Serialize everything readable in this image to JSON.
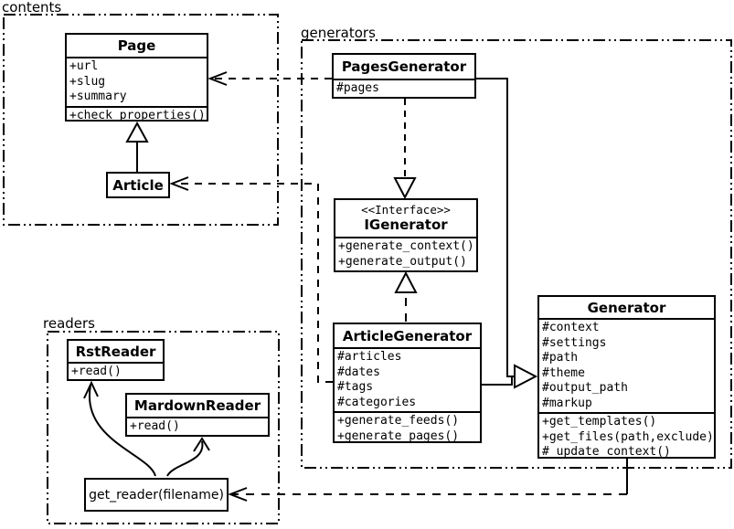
{
  "packages": {
    "contents": {
      "label": "contents"
    },
    "generators": {
      "label": "generators"
    },
    "readers": {
      "label": "readers"
    }
  },
  "classes": {
    "page": {
      "name": "Page",
      "attrs": [
        "+url",
        "+slug",
        "+summary"
      ],
      "methods": [
        "+check_properties()"
      ]
    },
    "article": {
      "name": "Article"
    },
    "pages_generator": {
      "name": "PagesGenerator",
      "attrs": [
        "#pages"
      ]
    },
    "igenerator": {
      "stereotype": "<<Interface>>",
      "name": "IGenerator",
      "methods": [
        "+generate_context()",
        "+generate_output()"
      ]
    },
    "article_generator": {
      "name": "ArticleGenerator",
      "attrs": [
        "#articles",
        "#dates",
        "#tags",
        "#categories"
      ],
      "methods": [
        "+generate_feeds()",
        "+generate_pages()"
      ]
    },
    "generator": {
      "name": "Generator",
      "attrs": [
        "#context",
        "#settings",
        "#path",
        "#theme",
        "#output_path",
        "#markup"
      ],
      "methods": [
        "+get_templates()",
        "+get_files(path,exclude)",
        "#_update_context()"
      ]
    },
    "rst_reader": {
      "name": "RstReader",
      "methods": [
        "+read()"
      ]
    },
    "mardown_reader": {
      "name": "MardownReader",
      "methods": [
        "+read()"
      ]
    },
    "get_reader": {
      "name": "get_reader(filename)"
    }
  },
  "relationships": [
    {
      "type": "generalization",
      "from": "Article",
      "to": "Page"
    },
    {
      "type": "realization",
      "from": "PagesGenerator",
      "to": "IGenerator"
    },
    {
      "type": "realization",
      "from": "ArticleGenerator",
      "to": "IGenerator"
    },
    {
      "type": "generalization",
      "from": "PagesGenerator",
      "to": "Generator"
    },
    {
      "type": "generalization",
      "from": "ArticleGenerator",
      "to": "Generator"
    },
    {
      "type": "dependency",
      "from": "PagesGenerator",
      "to": "Page"
    },
    {
      "type": "dependency",
      "from": "ArticleGenerator",
      "to": "Article"
    },
    {
      "type": "dependency",
      "from": "Generator",
      "to": "get_reader(filename)"
    },
    {
      "type": "arrow",
      "from": "get_reader(filename)",
      "to": "RstReader"
    },
    {
      "type": "arrow",
      "from": "get_reader(filename)",
      "to": "MardownReader"
    }
  ],
  "colors": {
    "background": "#ffffff",
    "line": "#000000",
    "box_fill": "#ffffff"
  }
}
